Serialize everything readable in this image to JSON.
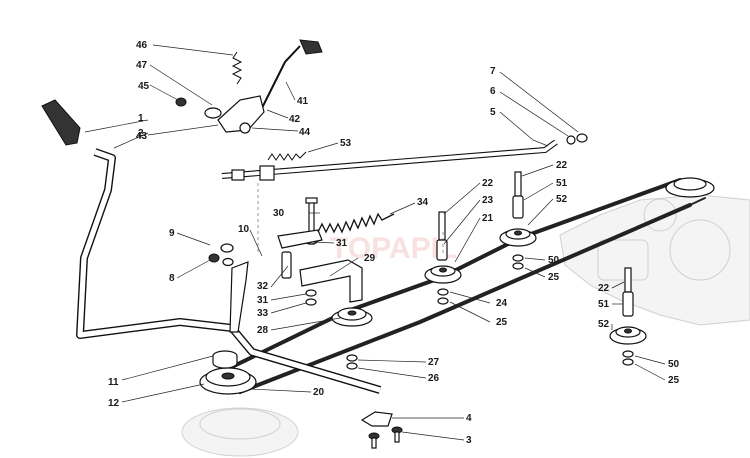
{
  "labels": {
    "l1": "1",
    "l2": "2",
    "l3": "3",
    "l4": "4",
    "l5": "5",
    "l6": "6",
    "l7": "7",
    "l8": "8",
    "l9": "9",
    "l10": "10",
    "l11": "11",
    "l12": "12",
    "l20": "20",
    "l21": "21",
    "l22a": "22",
    "l22b": "22",
    "l22c": "22",
    "l23": "23",
    "l24": "24",
    "l25a": "25",
    "l25b": "25",
    "l25c": "25",
    "l26": "26",
    "l27": "27",
    "l28": "28",
    "l29": "29",
    "l30": "30",
    "l31a": "31",
    "l31b": "31",
    "l32": "32",
    "l33": "33",
    "l34": "34",
    "l41": "41",
    "l42": "42",
    "l43": "43",
    "l44": "44",
    "l45": "45",
    "l46": "46",
    "l47": "47",
    "l50a": "50",
    "l50b": "50",
    "l51a": "51",
    "l51b": "51",
    "l52a": "52",
    "l52b": "52",
    "l53": "53"
  },
  "watermark": "TOPAPIL"
}
